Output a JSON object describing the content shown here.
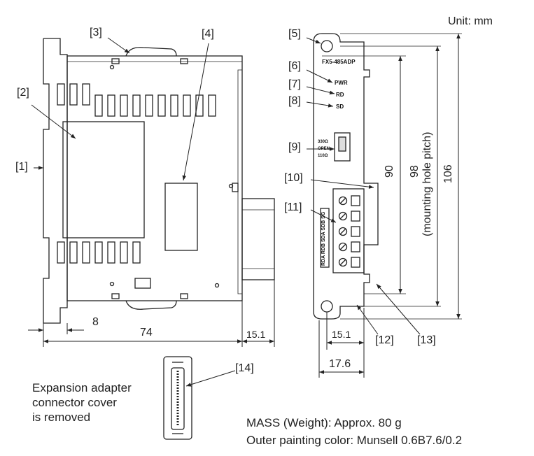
{
  "unit_label": "Unit: mm",
  "model_label": "FX5-485ADP",
  "indicators": [
    "PWR",
    "RD",
    "SD"
  ],
  "switch_labels": [
    "330Ω",
    "OPEN",
    "110Ω"
  ],
  "terminal_label": "RDA RDB SDA SDB SG",
  "callouts": {
    "c1": "[1]",
    "c2": "[2]",
    "c3": "[3]",
    "c4": "[4]",
    "c5": "[5]",
    "c6": "[6]",
    "c7": "[7]",
    "c8": "[8]",
    "c9": "[9]",
    "c10": "[10]",
    "c11": "[11]",
    "c12": "[12]",
    "c13": "[13]",
    "c14": "[14]"
  },
  "dimensions": {
    "d8": "8",
    "d74": "74",
    "d15_1_side": "15.1",
    "d15_1_front": "15.1",
    "d17_6": "17.6",
    "d90": "90",
    "d98": "98",
    "d98_note": "(mounting hole pitch)",
    "d106": "106"
  },
  "cover_note": [
    "Expansion adapter",
    "connector cover",
    "is removed"
  ],
  "spec": {
    "mass": "MASS (Weight): Approx. 80 g",
    "color": "Outer painting color: Munsell 0.6B7.6/0.2"
  }
}
